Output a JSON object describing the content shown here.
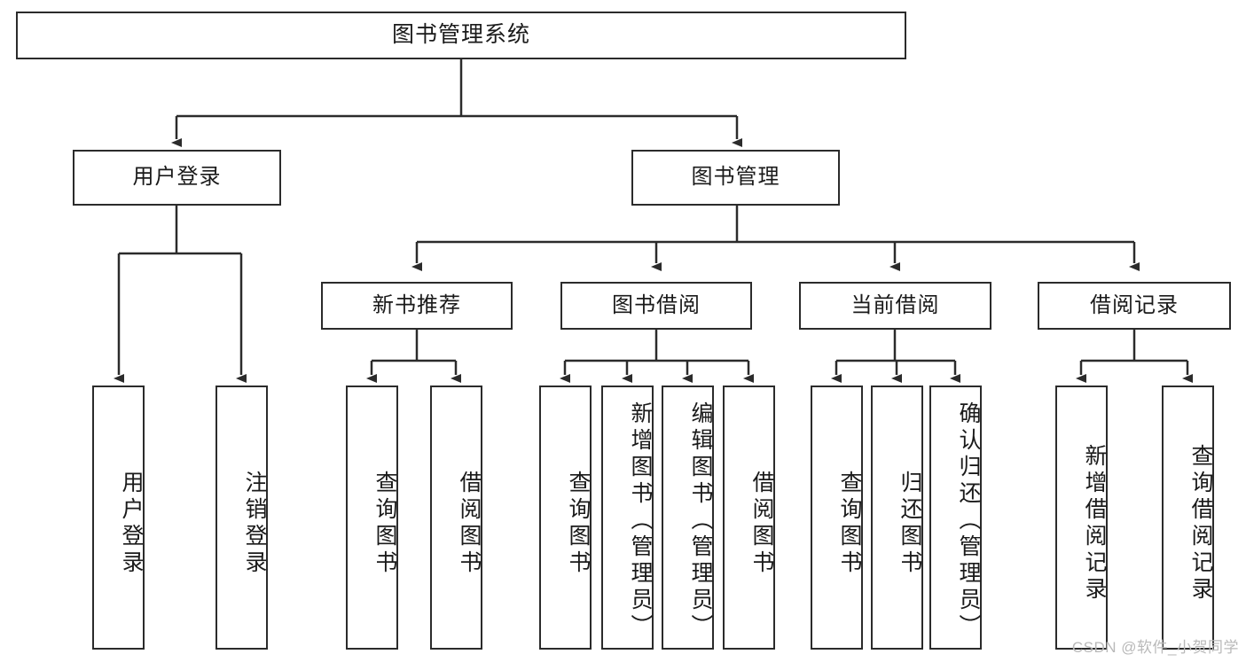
{
  "diagram": {
    "title": "图书管理系统",
    "type": "hierarchy-tree",
    "root": {
      "label": "图书管理系统"
    },
    "level2": [
      {
        "label": "用户登录"
      },
      {
        "label": "图书管理"
      }
    ],
    "level3": [
      {
        "label": "新书推荐"
      },
      {
        "label": "图书借阅"
      },
      {
        "label": "当前借阅"
      },
      {
        "label": "借阅记录"
      }
    ],
    "leaves": [
      {
        "label": "用户登录"
      },
      {
        "label": "注销登录"
      },
      {
        "label": "查询图书"
      },
      {
        "label": "借阅图书"
      },
      {
        "label": "查询图书"
      },
      {
        "label": "新增图书（管理员）"
      },
      {
        "label": "编辑图书（管理员）"
      },
      {
        "label": "借阅图书"
      },
      {
        "label": "查询图书"
      },
      {
        "label": "归还图书"
      },
      {
        "label": "确认归还（管理员）"
      },
      {
        "label": "新增借阅记录"
      },
      {
        "label": "查询借阅记录"
      }
    ]
  },
  "watermark": {
    "text": "CSDN @软件_小贺同学"
  },
  "colors": {
    "stroke": "#2b2b2b",
    "background": "#ffffff",
    "text": "#1a1a1a",
    "watermark": "#b9b9b9"
  }
}
